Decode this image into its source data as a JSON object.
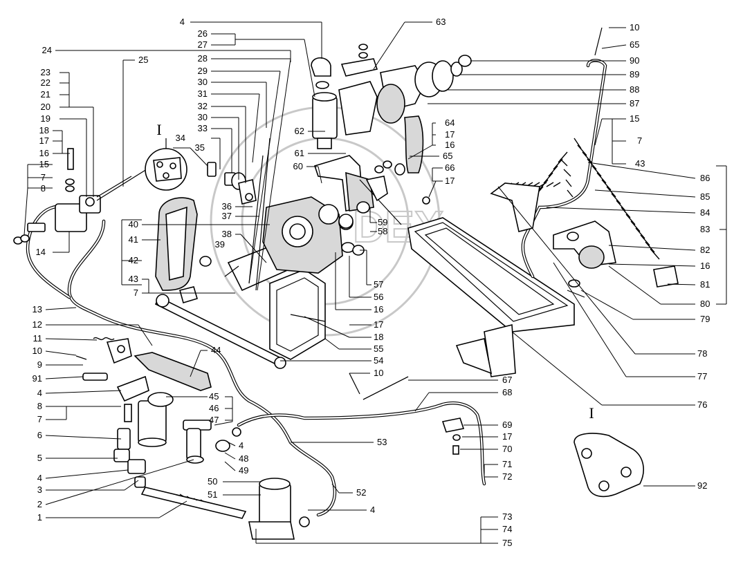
{
  "watermark": "DEX",
  "section_marks": [
    "I",
    "I"
  ],
  "callouts": {
    "top_center": [
      "4",
      "26",
      "27",
      "28",
      "29",
      "30",
      "31",
      "32",
      "30",
      "33",
      "34",
      "35"
    ],
    "left_column": [
      "23",
      "22",
      "21",
      "20",
      "19",
      "18",
      "17",
      "16",
      "15",
      "7",
      "8",
      "14"
    ],
    "lower_left": [
      "13",
      "12",
      "11",
      "10",
      "9",
      "91",
      "4",
      "8",
      "7",
      "6",
      "5",
      "4",
      "3",
      "2",
      "1"
    ],
    "middle": [
      "24",
      "25",
      "36",
      "37",
      "40",
      "41",
      "42",
      "43",
      "7",
      "38",
      "39",
      "44",
      "45",
      "46",
      "47",
      "4",
      "48",
      "49",
      "50",
      "51",
      "52",
      "4",
      "53"
    ],
    "center": [
      "62",
      "61",
      "60",
      "63",
      "64",
      "17",
      "16",
      "65",
      "66",
      "17",
      "59",
      "58",
      "57",
      "56",
      "16",
      "17",
      "18",
      "55",
      "54"
    ],
    "right_side": [
      "10",
      "65",
      "90",
      "89",
      "88",
      "87",
      "15",
      "7",
      "43",
      "86",
      "85",
      "84",
      "83",
      "82",
      "16",
      "81",
      "80",
      "79",
      "78",
      "77",
      "76"
    ],
    "bottom_right": [
      "10",
      "67",
      "68",
      "69",
      "17",
      "70",
      "71",
      "72",
      "73",
      "74",
      "75",
      "92"
    ]
  }
}
